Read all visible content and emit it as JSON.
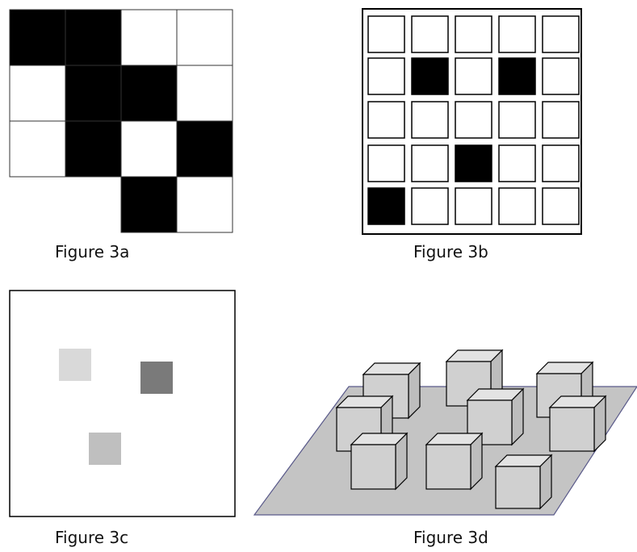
{
  "figure_3a": {
    "caption": "Figure 3a",
    "rows": [
      [
        1,
        1,
        0,
        0
      ],
      [
        0,
        1,
        1,
        0
      ],
      [
        0,
        1,
        0,
        1
      ],
      [
        null,
        null,
        1,
        0
      ]
    ]
  },
  "figure_3b": {
    "caption": "Figure 3b",
    "rows": [
      [
        0,
        0,
        0,
        0,
        0
      ],
      [
        0,
        1,
        0,
        1,
        0
      ],
      [
        0,
        0,
        0,
        0,
        0
      ],
      [
        0,
        0,
        1,
        0,
        0
      ],
      [
        1,
        0,
        0,
        0,
        0
      ]
    ]
  },
  "figure_3c": {
    "caption": "Figure 3c",
    "squares": [
      {
        "name": "light-gray-square",
        "color": "#d9d9d9"
      },
      {
        "name": "dark-gray-square",
        "color": "#7a7a7a"
      },
      {
        "name": "medium-gray-square",
        "color": "#bfbfbf"
      }
    ]
  },
  "figure_3d": {
    "caption": "Figure 3d",
    "plane_color": "#c4c4c4",
    "plane_stroke": "#5a5a8a",
    "cube_count": 9,
    "cube_color": "#d0d0d0"
  }
}
